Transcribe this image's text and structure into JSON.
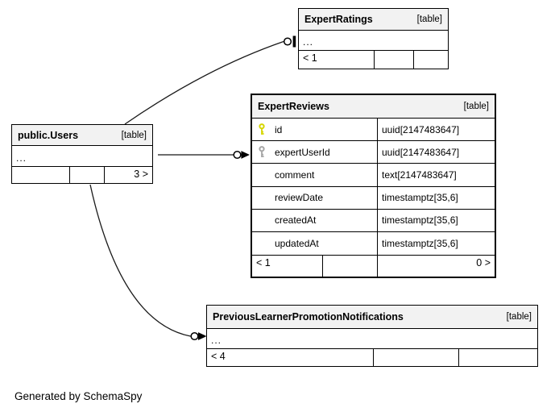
{
  "page": {
    "footer_note": "Generated by SchemaSpy"
  },
  "colors": {
    "header_fill": "#f2f2f2",
    "table_border": "#000000",
    "connector": "#1a1a1a",
    "primary_key": "#d6d600",
    "foreign_key": "#a6a6a6"
  },
  "tables": {
    "expert_ratings": {
      "title": "ExpertRatings",
      "type_tag": "[table]",
      "ellipsis_row": "...",
      "footer_cells": [
        "< 1",
        "",
        ""
      ]
    },
    "users": {
      "title": "public.Users",
      "type_tag": "[table]",
      "ellipsis_row": "...",
      "footer_cells": [
        "",
        "",
        "3 >"
      ]
    },
    "expert_reviews": {
      "title": "ExpertReviews",
      "type_tag": "[table]",
      "columns": [
        {
          "key": "primary",
          "name": "id",
          "type": "uuid[2147483647]"
        },
        {
          "key": "foreign",
          "name": "expertUserId",
          "type": "uuid[2147483647]"
        },
        {
          "key": "",
          "name": "comment",
          "type": "text[2147483647]"
        },
        {
          "key": "",
          "name": "reviewDate",
          "type": "timestamptz[35,6]"
        },
        {
          "key": "",
          "name": "createdAt",
          "type": "timestamptz[35,6]"
        },
        {
          "key": "",
          "name": "updatedAt",
          "type": "timestamptz[35,6]"
        }
      ],
      "footer_cells": [
        "< 1",
        "",
        "0 >"
      ]
    },
    "promotion_notifications": {
      "title": "PreviousLearnerPromotionNotifications",
      "type_tag": "[table]",
      "ellipsis_row": "...",
      "footer_cells": [
        "< 4",
        "",
        ""
      ]
    }
  }
}
